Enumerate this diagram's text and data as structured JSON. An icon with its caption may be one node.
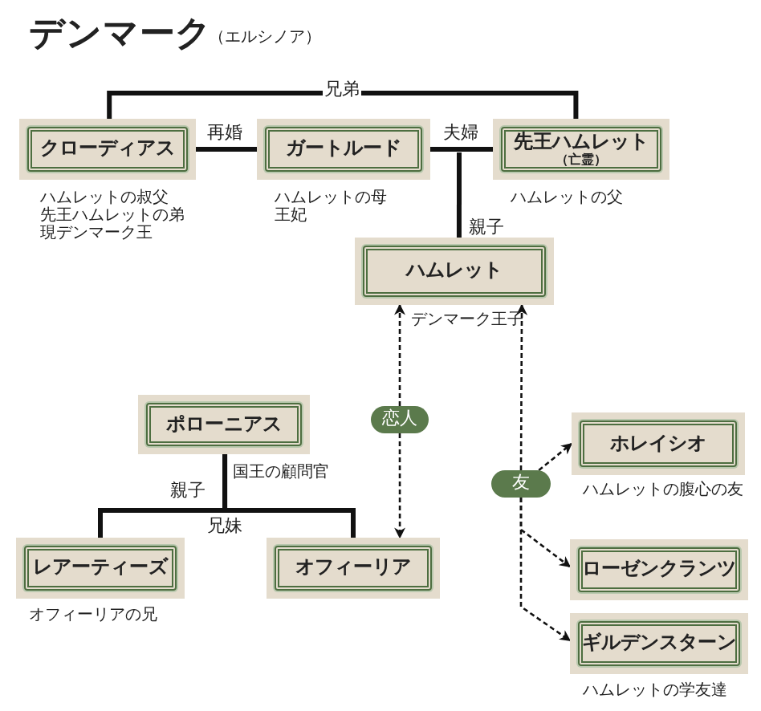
{
  "diagram": {
    "title": "デンマーク",
    "nodes": [
      {
        "text": [
          "クローディアス"
        ],
        "beside": [
          "ハムレットの叔父",
          "先王ハムレットの弟",
          "現デンマーク王"
        ]
      },
      {
        "text": [
          "ガートルード"
        ],
        "beside": [
          "ハムレットの母",
          "王妃"
        ]
      },
      {
        "text": [
          "先王ハムレット",
          "（亡霊）"
        ],
        "beside": [
          "ハムレットの父"
        ]
      },
      {
        "text": [
          "ハムレット"
        ],
        "beside": [
          "デンマーク王子"
        ]
      },
      {
        "text": [
          "ポローニアス"
        ],
        "beside": [
          "国王の顧問官"
        ]
      },
      {
        "text": [
          "恋人"
        ]
      },
      {
        "text": [
          "ホレイシオ"
        ],
        "beside": [
          "ハムレットの腹心の友"
        ]
      },
      {
        "text": [
          "友"
        ]
      },
      {
        "text": [
          "レアーティーズ"
        ],
        "beside": [
          "オフィーリアの兄"
        ]
      },
      {
        "text": [
          "オフィーリア"
        ]
      },
      {
        "text": [
          "ローゼンクランツ"
        ]
      },
      {
        "text": [
          "ギルデンスターン"
        ],
        "beside": [
          "ハムレットの学友達"
        ]
      }
    ],
    "edges": [
      {
        "from": 0,
        "to": 2,
        "arrow": "none",
        "label": "兄弟"
      },
      {
        "from": 0,
        "to": 1,
        "arrow": "none",
        "label": "再婚"
      },
      {
        "from": 1,
        "to": 2,
        "arrow": "none",
        "label": "夫婦"
      },
      {
        "from": null,
        "to": 3,
        "arrow": "none",
        "label": "親子"
      },
      {
        "from": 4,
        "to": 8,
        "arrow": "none",
        "label": "親子"
      },
      {
        "from": 4,
        "to": 9,
        "arrow": "none"
      },
      {
        "from": 8,
        "to": 9,
        "arrow": "none",
        "label": "兄妹"
      },
      {
        "from": 5,
        "to": 3,
        "arrow": "to",
        "style": "dashed"
      },
      {
        "from": 5,
        "to": 9,
        "arrow": "to",
        "style": "dashed"
      },
      {
        "from": 7,
        "to": 3,
        "arrow": "to",
        "style": "dashed"
      },
      {
        "from": 7,
        "to": 6,
        "arrow": "to",
        "style": "dashed"
      },
      {
        "from": 7,
        "to": 10,
        "arrow": "to",
        "style": "dashed"
      },
      {
        "from": 7,
        "to": 11,
        "arrow": "to",
        "style": "dashed"
      }
    ],
    "labels": [
      "（エルシノア）"
    ]
  }
}
